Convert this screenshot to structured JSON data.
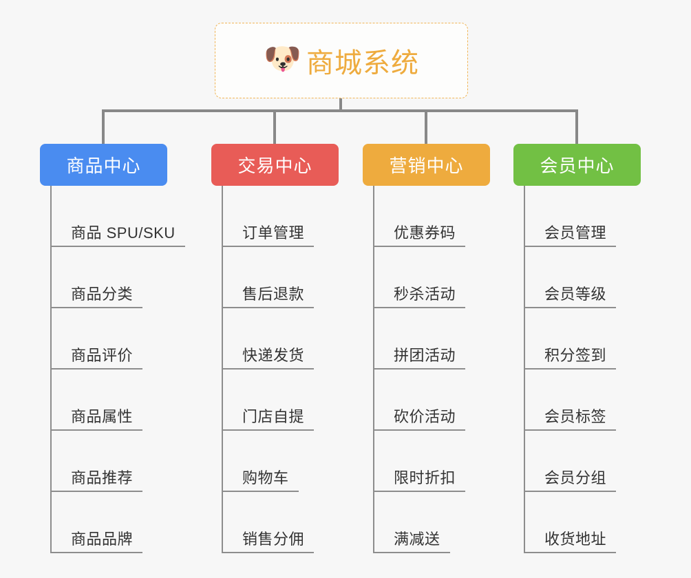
{
  "root": {
    "title": "商城系统",
    "icon": "shiba-dog-face-icon",
    "icon_glyph": "🐶",
    "border_color": "#f0b454",
    "text_color": "#eeab3e",
    "background": "#fdfdfc"
  },
  "canvas": {
    "background": "#f7f7f7",
    "connector_color": "#888888",
    "leaf_line_color": "#8d8d8d",
    "leaf_text_color": "#333333"
  },
  "branches": [
    {
      "label": "商品中心",
      "color": "#4a8cf0",
      "items": [
        "商品 SPU/SKU",
        "商品分类",
        "商品评价",
        "商品属性",
        "商品推荐",
        "商品品牌"
      ]
    },
    {
      "label": "交易中心",
      "color": "#e85c57",
      "items": [
        "订单管理",
        "售后退款",
        "快递发货",
        "门店自提",
        "购物车",
        "销售分佣"
      ]
    },
    {
      "label": "营销中心",
      "color": "#eeab3e",
      "items": [
        "优惠券码",
        "秒杀活动",
        "拼团活动",
        "砍价活动",
        "限时折扣",
        "满减送"
      ]
    },
    {
      "label": "会员中心",
      "color": "#72c044",
      "items": [
        "会员管理",
        "会员等级",
        "积分签到",
        "会员标签",
        "会员分组",
        "收货地址"
      ]
    }
  ]
}
